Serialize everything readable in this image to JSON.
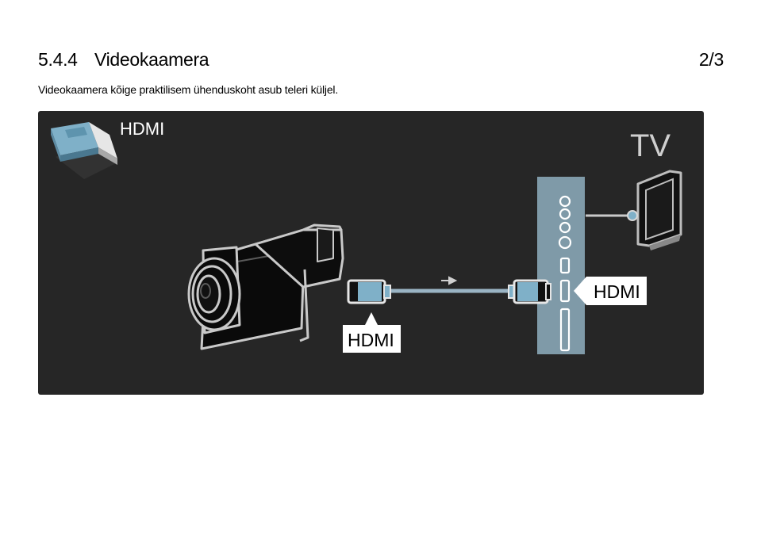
{
  "header": {
    "section_number": "5.4.4",
    "section_title": "Videokaamera",
    "page_indicator": "2/3"
  },
  "intro_text": "Videokaamera kõige praktilisem ühenduskoht asub teleri küljel.",
  "diagram": {
    "connector_heading": "HDMI",
    "tv_label": "TV",
    "camera_port_label": "HDMI",
    "tv_port_label": "HDMI"
  }
}
